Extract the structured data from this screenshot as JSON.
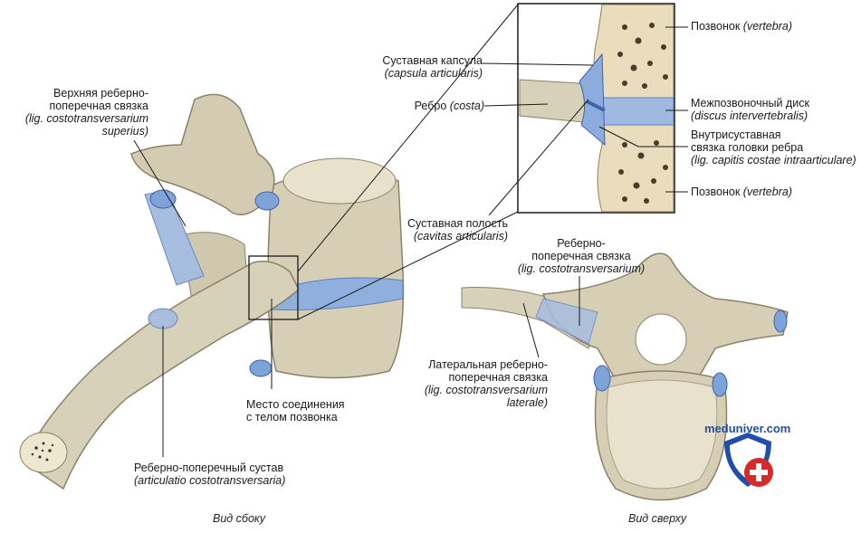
{
  "labels": {
    "upper_ligament": {
      "line1": "Верхняя реберно-",
      "line2": "поперечная связка",
      "latin1": "(lig. costotransversarium",
      "latin2": "superius)"
    },
    "joint_capsule": {
      "name": "Суставная капсула",
      "latin": "(capsula articularis)"
    },
    "rib": {
      "name": "Ребро",
      "latin": "(costa)"
    },
    "joint_cavity": {
      "name": "Суставная полость",
      "latin": "(cavitas articularis)"
    },
    "vertebra_top": {
      "name": "Позвонок",
      "latin": "(vertebra)"
    },
    "disc": {
      "name": "Межпозвоночный диск",
      "latin": "(discus intervertebralis)"
    },
    "intra_ligament": {
      "line1": "Внутрисуставная",
      "line2": "связка головки ребра",
      "latin": "(lig. capitis costae intraarticulare)"
    },
    "vertebra_bottom": {
      "name": "Позвонок",
      "latin": "(vertebra)"
    },
    "costotrans_ligament": {
      "line1": "Реберно-",
      "line2": "поперечная связка",
      "latin": "(lig. costotransversarium)"
    },
    "lateral_ligament": {
      "line1": "Латеральная реберно-",
      "line2": "поперечная связка",
      "latin1": "(lig. costotransversarium",
      "latin2": "laterale)"
    },
    "junction": {
      "line1": "Место соединения",
      "line2": "с телом позвонка"
    },
    "costotrans_joint": {
      "name": "Реберно-поперечный сустав",
      "latin": "(articulatio costotransversaria)"
    }
  },
  "views": {
    "side": "Вид сбоку",
    "top": "Вид сверху"
  },
  "brand": {
    "name": "meduniver.com"
  },
  "colors": {
    "bone": "#d9d2bc",
    "bone_dark": "#a89f85",
    "ligament": "#9fb7dc",
    "cartilage": "#7ea3d8",
    "leader": "#1a1a1a",
    "brand_blue": "#1f4fa8",
    "brand_red": "#d62a2a"
  }
}
